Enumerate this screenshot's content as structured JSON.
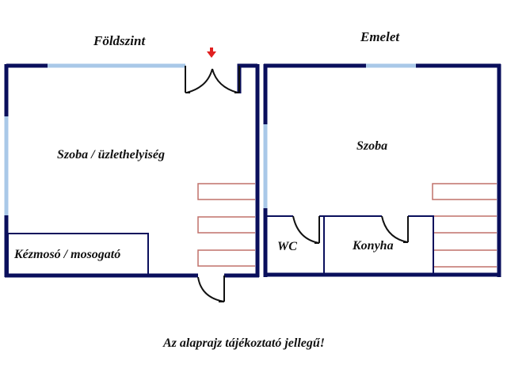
{
  "floors": {
    "ground": {
      "title": "Földszint"
    },
    "upper": {
      "title": "Emelet"
    }
  },
  "rooms": {
    "ground_main": "Szoba / üzlethelyiség",
    "ground_sink": "Kézmosó / mosogató",
    "upper_main": "Szoba",
    "upper_wc": "WC",
    "upper_kitchen": "Konyha"
  },
  "footer": {
    "note": "Az alaprajz tájékoztató jellegű!"
  },
  "colors": {
    "wall": "#0a0f5c",
    "window": "#a9c8e8",
    "stairs": "#c0716a",
    "door": "#111111",
    "entrance_arrow": "#e02020"
  },
  "icons": {
    "entrance": "arrow-down-icon"
  }
}
